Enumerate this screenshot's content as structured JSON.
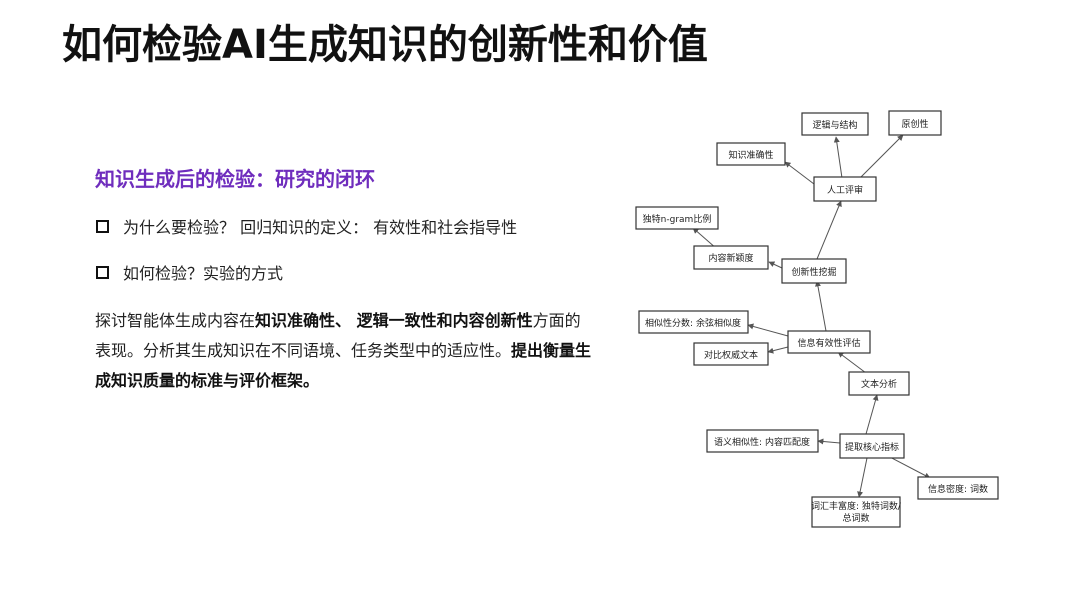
{
  "slide": {
    "title": "如何检验AI生成知识的创新性和价值"
  },
  "section": {
    "heading": "知识生成后的检验：研究的闭环",
    "bullets": [
      "为什么要检验？ 回归知识的定义： 有效性和社会指导性",
      "如何检验？实验的方式"
    ],
    "paragraph": {
      "p1": "探讨智能体生成内容在",
      "b1": "知识准确性、 逻辑一致性和内容创新性",
      "p2": "方面的表现。分析其生成知识在不同语境、任务类型中的适应性。",
      "b2": "提出衡量生成知识质量的标准与评价框架。"
    }
  },
  "diagram": {
    "nodes": {
      "logic": "逻辑与结构",
      "originality": "原创性",
      "accuracy": "知识准确性",
      "human_review": "人工评审",
      "ngram": "独特n-gram比例",
      "novelty": "内容新颖度",
      "innovation_mining": "创新性挖掘",
      "similarity_score": "相似性分数: 余弦相似度",
      "validity_eval": "信息有效性评估",
      "authority_compare": "对比权威文本",
      "text_analysis": "文本分析",
      "semantic_similarity": "语义相似性: 内容匹配度",
      "core_metrics": "提取核心指标",
      "info_density": "信息密度: 词数",
      "vocab_line1": "词汇丰富度: 独特词数/",
      "vocab_line2": "总词数"
    }
  }
}
